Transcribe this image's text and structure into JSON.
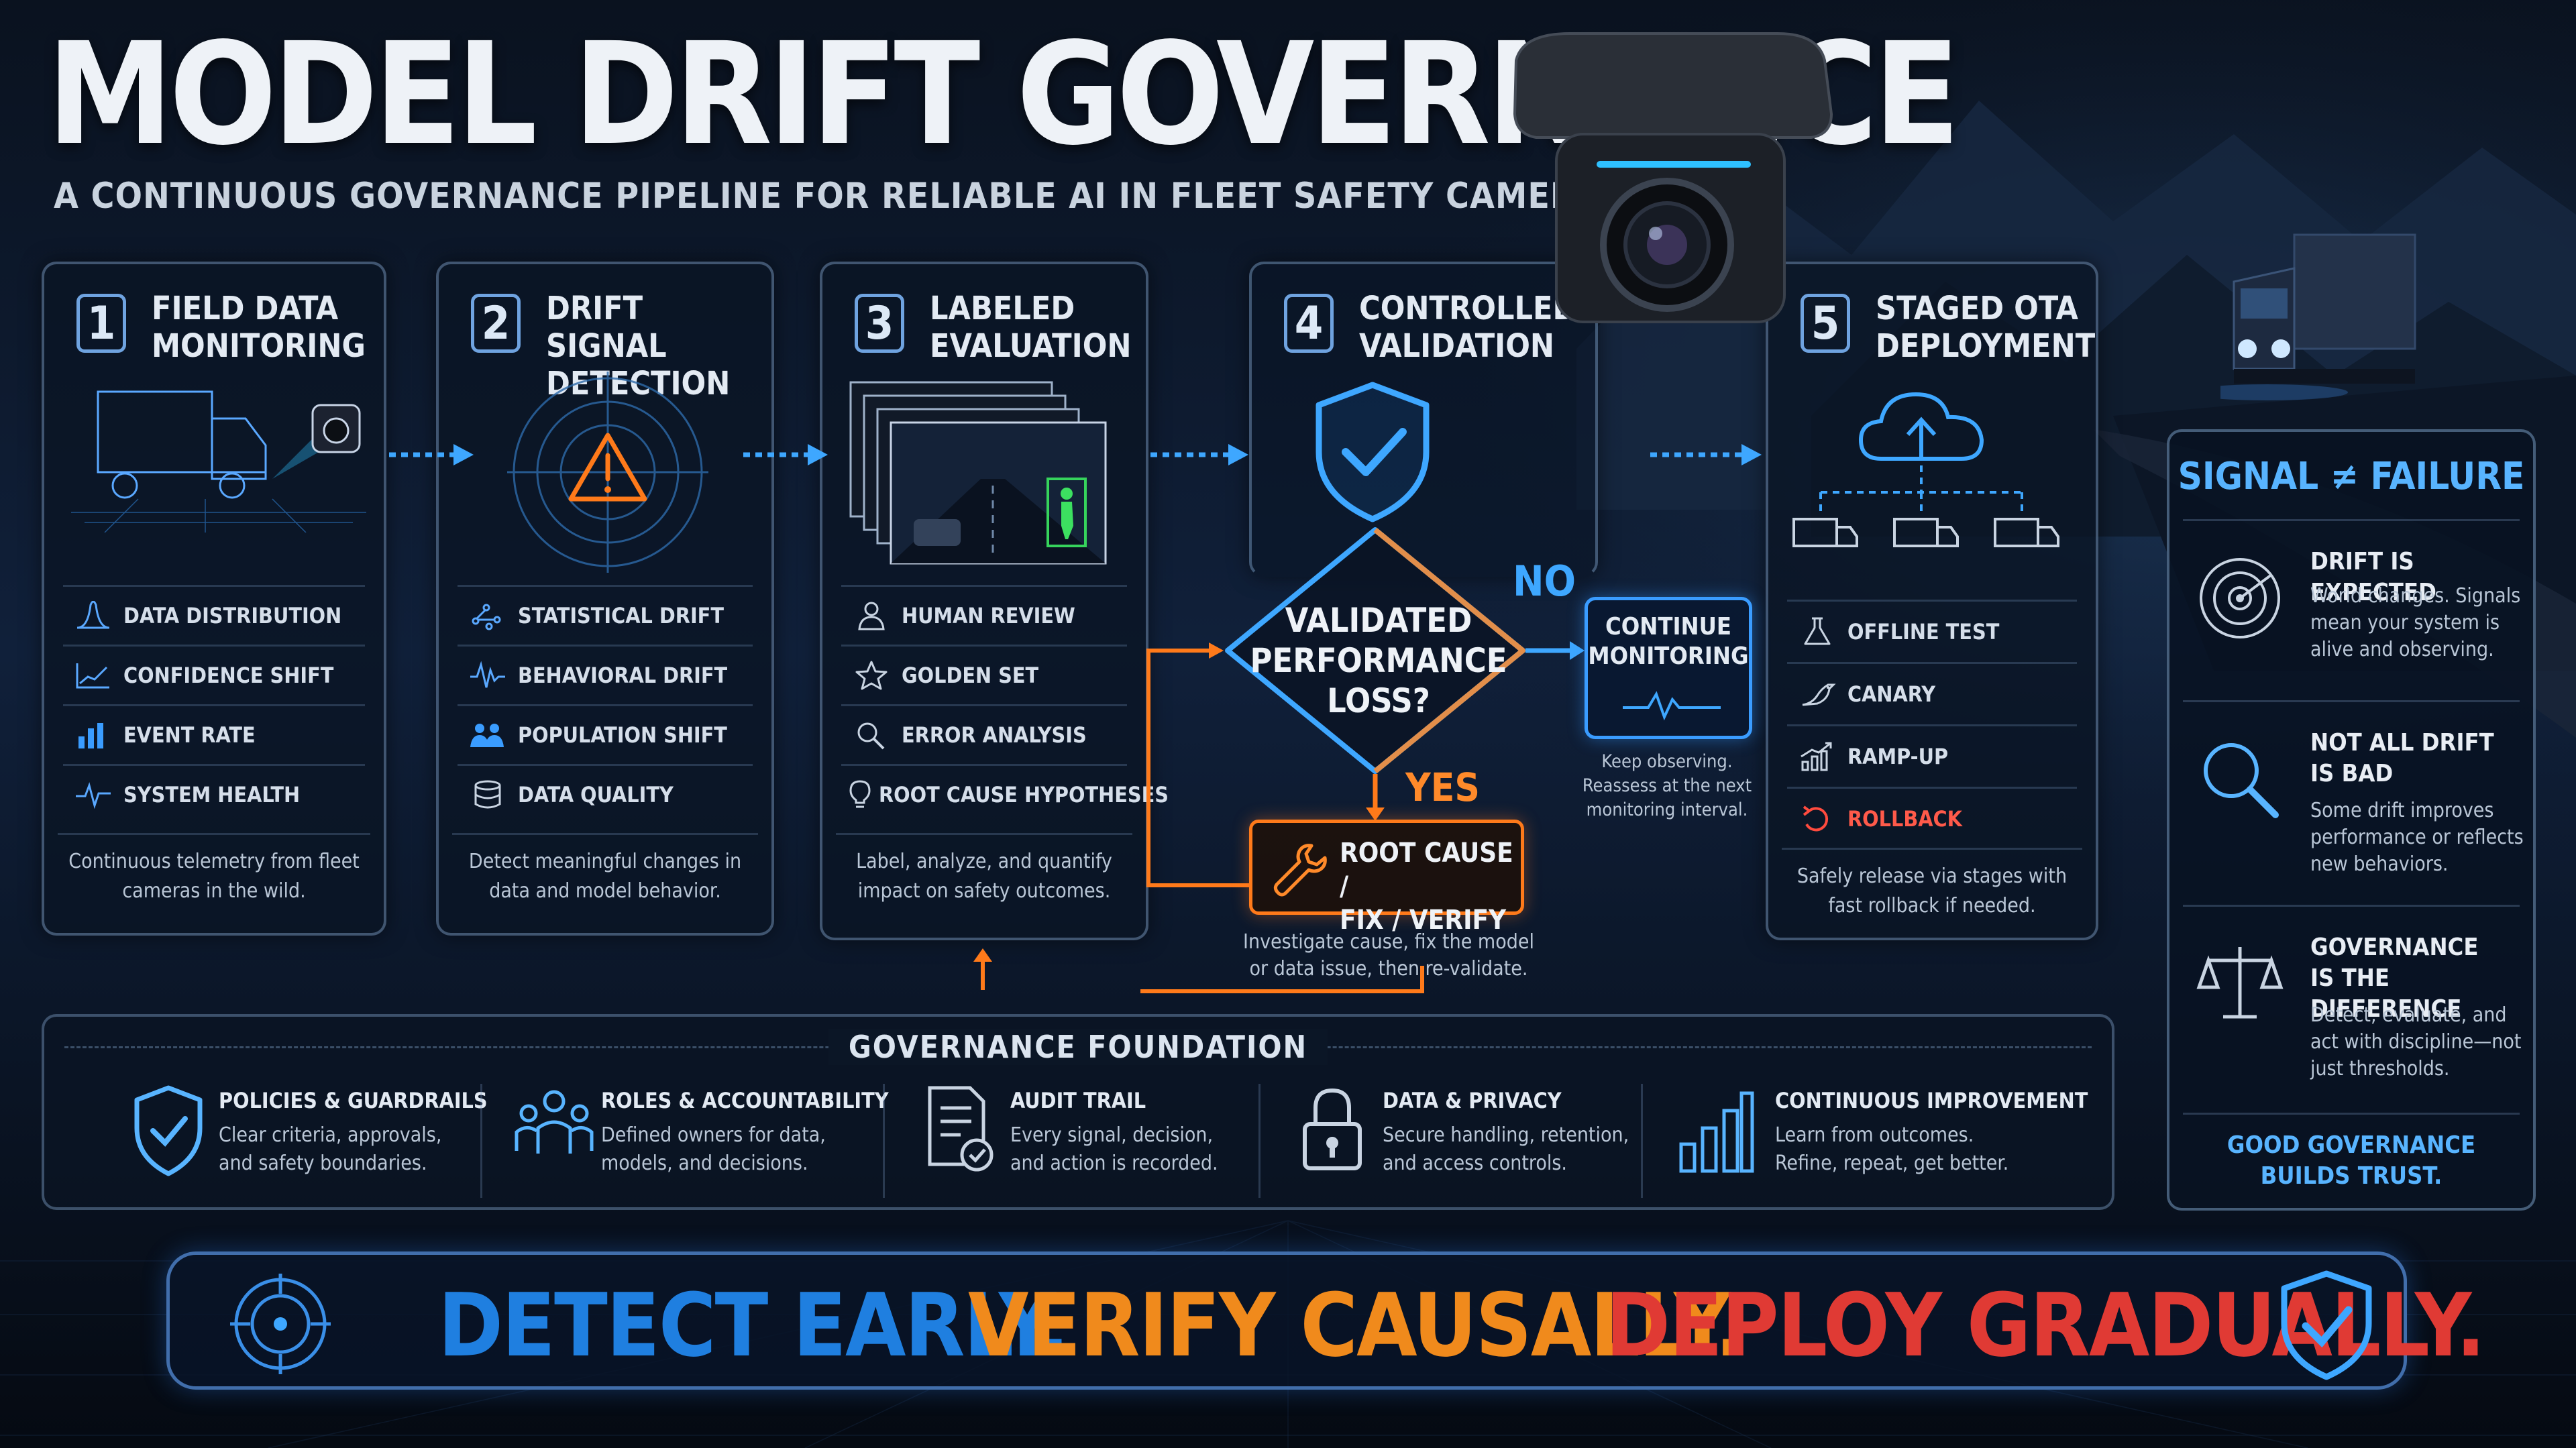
{
  "header": {
    "title": "MODEL DRIFT GOVERNANCE",
    "subtitle": "A CONTINUOUS GOVERNANCE PIPELINE FOR RELIABLE AI IN FLEET SAFETY CAMERAS"
  },
  "colors": {
    "accent_blue": "#3a9cff",
    "accent_orange": "#ff7a1a",
    "accent_red": "#e03a34",
    "panel_border": "#6f8db0"
  },
  "steps": [
    {
      "number": "1",
      "title": "FIELD DATA\nMONITORING",
      "items": [
        {
          "icon": "bell-curve-icon",
          "label": "DATA DISTRIBUTION"
        },
        {
          "icon": "line-chart-icon",
          "label": "CONFIDENCE SHIFT"
        },
        {
          "icon": "bar-chart-icon",
          "label": "EVENT RATE"
        },
        {
          "icon": "pulse-icon",
          "label": "SYSTEM HEALTH"
        }
      ],
      "footer": "Continuous telemetry from fleet cameras in the wild."
    },
    {
      "number": "2",
      "title": "DRIFT SIGNAL\nDETECTION",
      "items": [
        {
          "icon": "scatter-icon",
          "label": "STATISTICAL DRIFT"
        },
        {
          "icon": "waveform-icon",
          "label": "BEHAVIORAL DRIFT"
        },
        {
          "icon": "people-icon",
          "label": "POPULATION SHIFT"
        },
        {
          "icon": "database-icon",
          "label": "DATA QUALITY"
        }
      ],
      "footer": "Detect meaningful changes in data and model behavior."
    },
    {
      "number": "3",
      "title": "LABELED\nEVALUATION",
      "items": [
        {
          "icon": "person-icon",
          "label": "HUMAN REVIEW"
        },
        {
          "icon": "star-icon",
          "label": "GOLDEN SET"
        },
        {
          "icon": "magnifier-icon",
          "label": "ERROR ANALYSIS"
        },
        {
          "icon": "lightbulb-icon",
          "label": "ROOT CAUSE HYPOTHESES"
        }
      ],
      "footer": "Label, analyze, and quantify impact on safety outcomes."
    },
    {
      "number": "4",
      "title": "CONTROLLED\nVALIDATION",
      "items": [],
      "footer": ""
    },
    {
      "number": "5",
      "title": "STAGED OTA\nDEPLOYMENT",
      "items": [
        {
          "icon": "flask-icon",
          "label": "OFFLINE TEST"
        },
        {
          "icon": "canary-bird-icon",
          "label": "CANARY"
        },
        {
          "icon": "ramp-chart-icon",
          "label": "RAMP-UP"
        },
        {
          "icon": "rollback-icon",
          "label": "ROLLBACK"
        }
      ],
      "footer": "Safely release via stages with fast rollback if needed."
    }
  ],
  "decision": {
    "question": "VALIDATED PERFORMANCE LOSS?",
    "no_label": "NO",
    "yes_label": "YES",
    "continue_monitoring": {
      "label": "CONTINUE\nMONITORING",
      "description": "Keep observing. Reassess at the next monitoring interval."
    },
    "root_cause": {
      "label": "ROOT CAUSE /\nFIX / VERIFY",
      "description": "Investigate cause, fix the model or data issue, then re-validate."
    }
  },
  "signal_panel": {
    "title": "SIGNAL ≠ FAILURE",
    "sections": [
      {
        "icon": "radar-icon",
        "heading": "DRIFT IS EXPECTED",
        "text": "World changes. Signals mean your system is alive and observing."
      },
      {
        "icon": "magnifier-icon",
        "heading": "NOT ALL DRIFT\nIS BAD",
        "text": "Some drift improves performance or reflects new behaviors."
      },
      {
        "icon": "scales-icon",
        "heading": "GOVERNANCE\nIS THE DIFFERENCE",
        "text": "Detect, evaluate, and act with discipline—not just thresholds."
      }
    ],
    "footer": "GOOD GOVERNANCE\nBUILDS TRUST."
  },
  "foundation": {
    "title": "GOVERNANCE  FOUNDATION",
    "items": [
      {
        "icon": "shield-check-icon",
        "heading": "POLICIES & GUARDRAILS",
        "text": "Clear criteria, approvals,\nand safety boundaries."
      },
      {
        "icon": "team-icon",
        "heading": "ROLES & ACCOUNTABILITY",
        "text": "Defined owners for data,\nmodels, and decisions."
      },
      {
        "icon": "document-check-icon",
        "heading": "AUDIT TRAIL",
        "text": "Every signal, decision,\nand action is recorded."
      },
      {
        "icon": "padlock-icon",
        "heading": "DATA & PRIVACY",
        "text": "Secure handling, retention,\nand access controls."
      },
      {
        "icon": "growth-bars-icon",
        "heading": "CONTINUOUS IMPROVEMENT",
        "text": "Learn from outcomes.\nRefine, repeat, get better."
      }
    ]
  },
  "banner": {
    "part1": "DETECT EARLY.",
    "part2": "VERIFY CAUSALLY.",
    "part3": "DEPLOY GRADUALLY.",
    "colors": [
      "#1f7fe0",
      "#f08a1c",
      "#e03a34"
    ]
  }
}
